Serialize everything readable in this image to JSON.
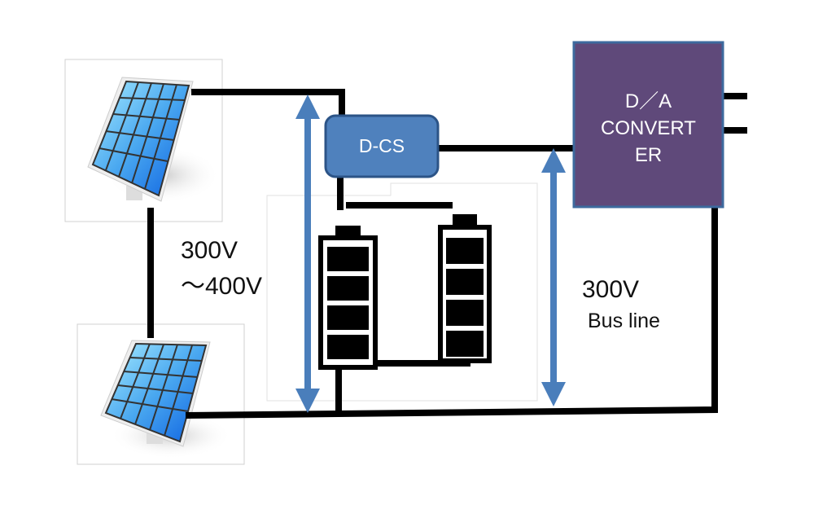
{
  "labels": {
    "pv_voltage_line1": "300V",
    "pv_voltage_line2": "～400V",
    "bus_voltage": "300V",
    "bus_line": "Bus line"
  },
  "blocks": {
    "dcs": "D-CS",
    "converter_line1": "D／A",
    "converter_line2": "CONVERT",
    "converter_line3": "ER"
  },
  "colors": {
    "wire": "#000000",
    "arrow": "#4a7ebb",
    "dcs_fill": "#4f81bd",
    "dcs_border": "#2c5487",
    "converter_fill": "#5f497a",
    "converter_border": "#3d6a9e"
  },
  "icons": [
    "solar-panel-icon",
    "battery-icon"
  ]
}
